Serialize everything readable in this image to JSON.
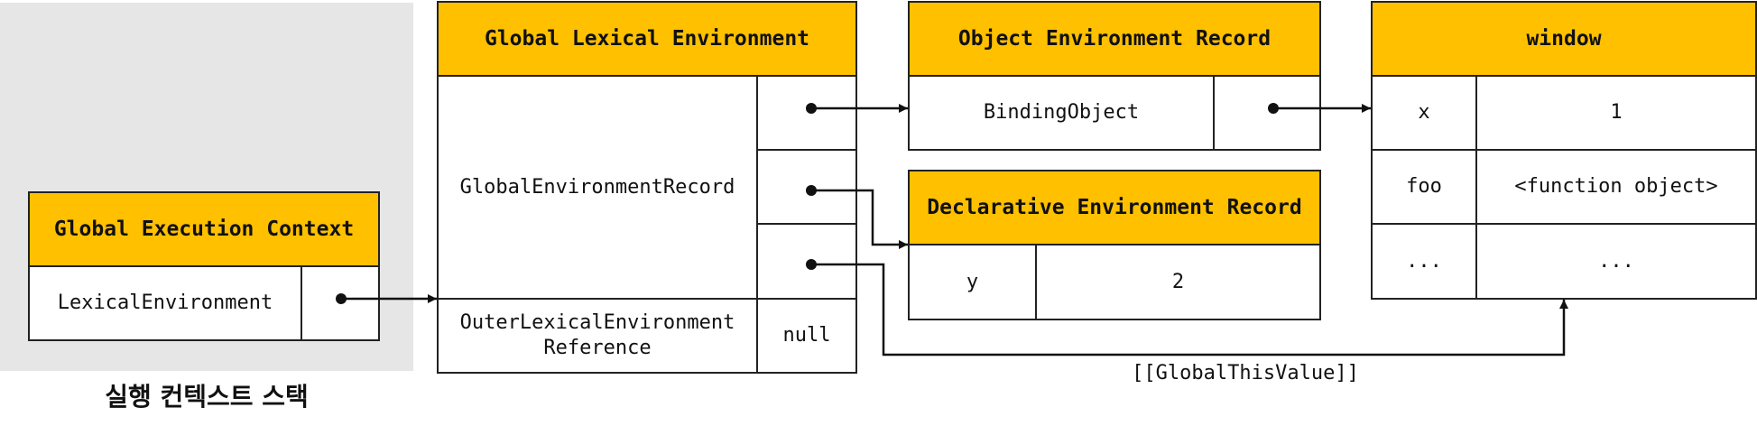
{
  "stack_caption": "실행 컨텍스트 스택",
  "gec": {
    "title": "Global Execution Context",
    "field": "LexicalEnvironment"
  },
  "gle": {
    "title": "Global Lexical Environment",
    "record": "GlobalEnvironmentRecord",
    "outer_line1": "OuterLexicalEnvironment",
    "outer_line2": "Reference",
    "outer_value": "null"
  },
  "oer": {
    "title": "Object Environment Record",
    "field": "BindingObject"
  },
  "der": {
    "title": "Declarative Environment Record",
    "key": "y",
    "value": "2"
  },
  "window": {
    "title": "window",
    "rows": [
      {
        "key": "x",
        "value": "1"
      },
      {
        "key": "foo",
        "value": "<function object>"
      },
      {
        "key": "...",
        "value": "..."
      }
    ]
  },
  "edge_label": "[[GlobalThisValue]]",
  "colors": {
    "header": "#FFC000",
    "stack_bg": "#E6E6E6",
    "line": "#111111"
  }
}
